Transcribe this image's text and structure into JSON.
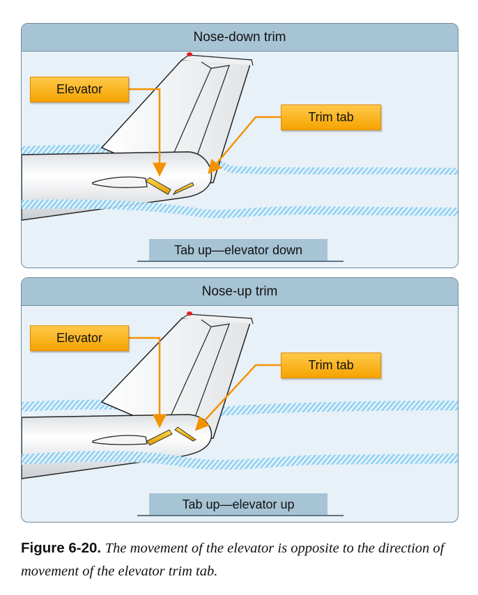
{
  "panels": [
    {
      "header": "Nose-down trim",
      "elevator_label": "Elevator",
      "trim_tab_label": "Trim tab",
      "caption": "Tab up—elevator down"
    },
    {
      "header": "Nose-up trim",
      "elevator_label": "Elevator",
      "trim_tab_label": "Trim tab",
      "caption": "Tab up—elevator up"
    }
  ],
  "figure": {
    "label": "Figure 6-20.",
    "text": "The movement of the elevator is opposite to the direction of movement of the elevator trim tab."
  },
  "colors": {
    "header_fill": "#a7c4d5",
    "panel_fill": "#e8f1f7",
    "callout_orange": "#f5a300",
    "leader_orange": "#f39200",
    "airflow_blue": "#5fb8e6",
    "elevator_yellow": "#f2b300"
  }
}
